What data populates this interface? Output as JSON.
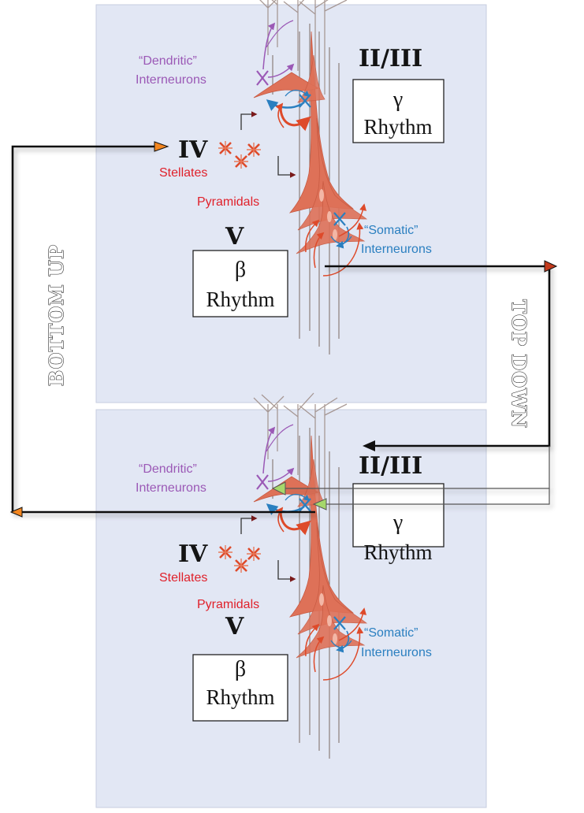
{
  "colors": {
    "panel": "#e2e7f4",
    "panel_border": "#c7cedf",
    "dendritic": "#9b59b6",
    "somatic": "#2a7fc0",
    "red_label": "#e0202a",
    "pyramidal": "#de7158",
    "arrow_orange": "#f4861f",
    "arrow_green": "#a6d86b",
    "line_dark": "#111111",
    "rhythm_box_border": "#222222"
  },
  "side_labels": {
    "bottom_up": "BOTTOM UP",
    "top_down": "TOP DOWN"
  },
  "panels": [
    {
      "layer_23": "II/III",
      "layer_4": "IV",
      "layer_5": "V",
      "dendritic_quote": "“Dendritic”",
      "dendritic_sub": "Interneurons",
      "stellates": "Stellates",
      "pyramidals": "Pyramidals",
      "somatic_quote": "“Somatic”",
      "somatic_sub": "Interneurons",
      "gamma_symbol": "γ",
      "gamma_word": "Rhythm",
      "beta_symbol": "β",
      "beta_word": "Rhythm"
    },
    {
      "layer_23": "II/III",
      "layer_4": "IV",
      "layer_5": "V",
      "dendritic_quote": "“Dendritic”",
      "dendritic_sub": "Interneurons",
      "stellates": "Stellates",
      "pyramidals": "Pyramidals",
      "somatic_quote": "“Somatic”",
      "somatic_sub": "Interneurons",
      "gamma_symbol": "γ",
      "gamma_word": "Rhythm",
      "beta_symbol": "β",
      "beta_word": "Rhythm"
    }
  ],
  "icons": {
    "stellate_cell": "stellate-cell-icon",
    "interneuron": "interneuron-cross-icon",
    "pyramidal_cell": "pyramidal-cell-icon"
  }
}
